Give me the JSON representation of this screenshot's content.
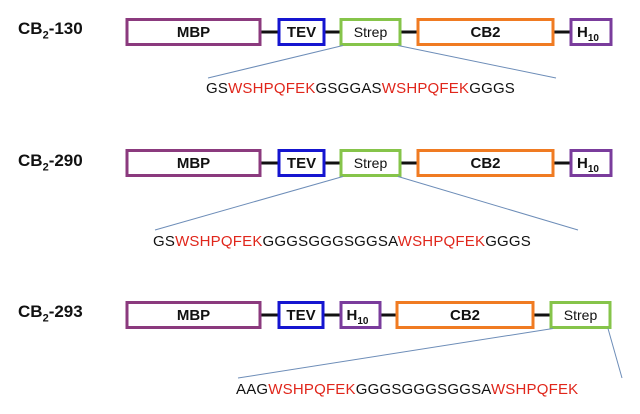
{
  "constructs": [
    {
      "label_main": "CB",
      "label_sub": "2",
      "label_suffix": "-130",
      "domains": [
        {
          "key": "mbp",
          "label": "MBP",
          "sub": "",
          "color": "#8b3a7e"
        },
        {
          "key": "tev",
          "label": "TEV",
          "sub": "",
          "color": "#1515d0"
        },
        {
          "key": "strep",
          "label": "Strep",
          "sub": "",
          "color": "#86c44a"
        },
        {
          "key": "cb2",
          "label": "CB2",
          "sub": "",
          "color": "#f07b22"
        },
        {
          "key": "his",
          "label": "H",
          "sub": "10",
          "color": "#7a3c9c"
        }
      ],
      "sequence": [
        {
          "text": "GS",
          "hl": false
        },
        {
          "text": "WSHPQFEK",
          "hl": true
        },
        {
          "text": "GSGGAS",
          "hl": false
        },
        {
          "text": "WSHPQFEK",
          "hl": true
        },
        {
          "text": "GGGS",
          "hl": false
        }
      ]
    },
    {
      "label_main": "CB",
      "label_sub": "2",
      "label_suffix": "-290",
      "domains": [
        {
          "key": "mbp",
          "label": "MBP",
          "sub": "",
          "color": "#8b3a7e"
        },
        {
          "key": "tev",
          "label": "TEV",
          "sub": "",
          "color": "#1515d0"
        },
        {
          "key": "strep",
          "label": "Strep",
          "sub": "",
          "color": "#86c44a"
        },
        {
          "key": "cb2",
          "label": "CB2",
          "sub": "",
          "color": "#f07b22"
        },
        {
          "key": "his",
          "label": "H",
          "sub": "10",
          "color": "#7a3c9c"
        }
      ],
      "sequence": [
        {
          "text": "GS",
          "hl": false
        },
        {
          "text": "WSHPQFEK",
          "hl": true
        },
        {
          "text": "GGGSGGGSGGSA",
          "hl": false
        },
        {
          "text": "WSHPQFEK",
          "hl": true
        },
        {
          "text": "GGGS",
          "hl": false
        }
      ]
    },
    {
      "label_main": "CB",
      "label_sub": "2",
      "label_suffix": "-293",
      "domains": [
        {
          "key": "mbp",
          "label": "MBP",
          "sub": "",
          "color": "#8b3a7e"
        },
        {
          "key": "tev",
          "label": "TEV",
          "sub": "",
          "color": "#1515d0"
        },
        {
          "key": "his",
          "label": "H",
          "sub": "10",
          "color": "#7a3c9c"
        },
        {
          "key": "cb2",
          "label": "CB2",
          "sub": "",
          "color": "#f07b22"
        },
        {
          "key": "strep",
          "label": "Strep",
          "sub": "",
          "color": "#86c44a"
        }
      ],
      "sequence": [
        {
          "text": "AAG",
          "hl": false
        },
        {
          "text": "WSHPQFEK",
          "hl": true
        },
        {
          "text": "GGGSGGGSGGSA",
          "hl": false
        },
        {
          "text": "WSHPQFEK",
          "hl": true
        }
      ]
    }
  ],
  "colors": {
    "highlight": "#e0261b",
    "text": "#111111",
    "connector": "#111111",
    "zoom_line": "#6d8db8"
  }
}
